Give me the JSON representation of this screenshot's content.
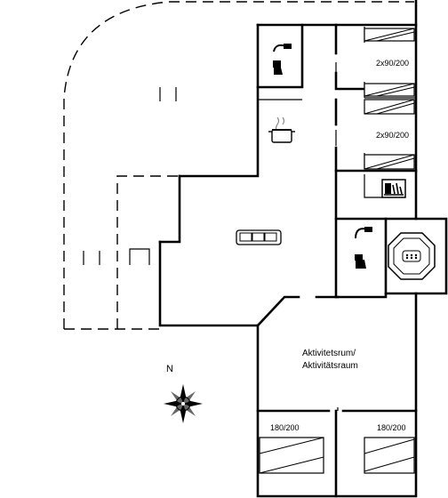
{
  "rooms": {
    "bedroom_1_bed": "2x90/200",
    "bedroom_2_bed": "2x90/200",
    "activity_room_line1": "Aktivitetsrum/",
    "activity_room_line2": "Aktivitätsraum",
    "bedroom_3_bed": "180/200",
    "bedroom_4_bed": "180/200"
  },
  "compass": {
    "north": "N"
  },
  "icons": [
    "shower-toilet-icon",
    "cooking-pot-icon",
    "sofa-icon",
    "dishwasher-icon",
    "whirlpool-icon",
    "compass-rose-icon",
    "bed-icon"
  ]
}
